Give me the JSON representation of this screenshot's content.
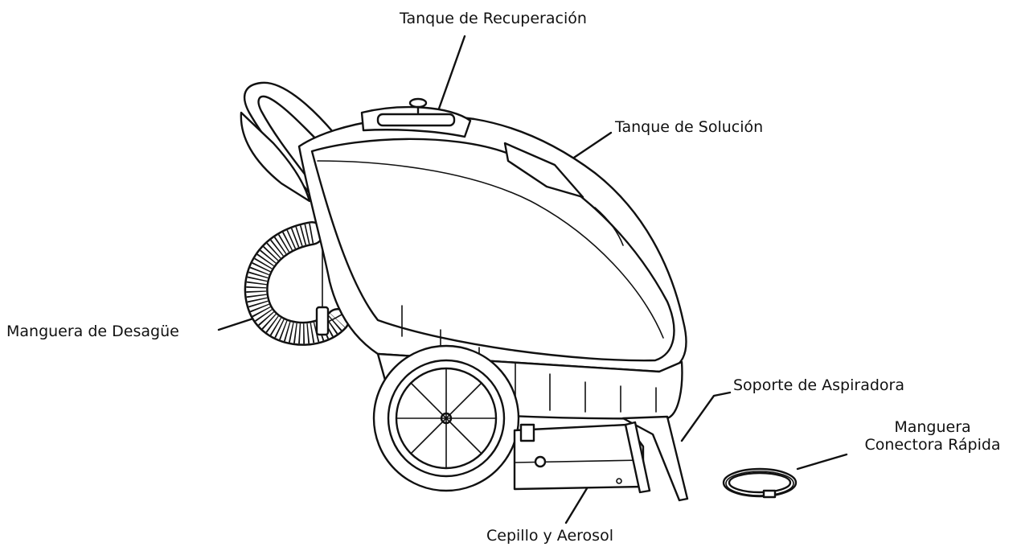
{
  "labels": {
    "recovery_tank": "Tanque de Recuperación",
    "solution_tank": "Tanque de Solución",
    "drain_hose": "Manguera de Desagüe",
    "vacuum_stand": "Soporte de Aspiradora",
    "quick_hose_line1": "Manguera",
    "quick_hose_line2": "Conectora Rápida",
    "brush_spray": "Cepillo y Aerosol"
  },
  "colors": {
    "ink": "#111111",
    "background": "#ffffff"
  }
}
